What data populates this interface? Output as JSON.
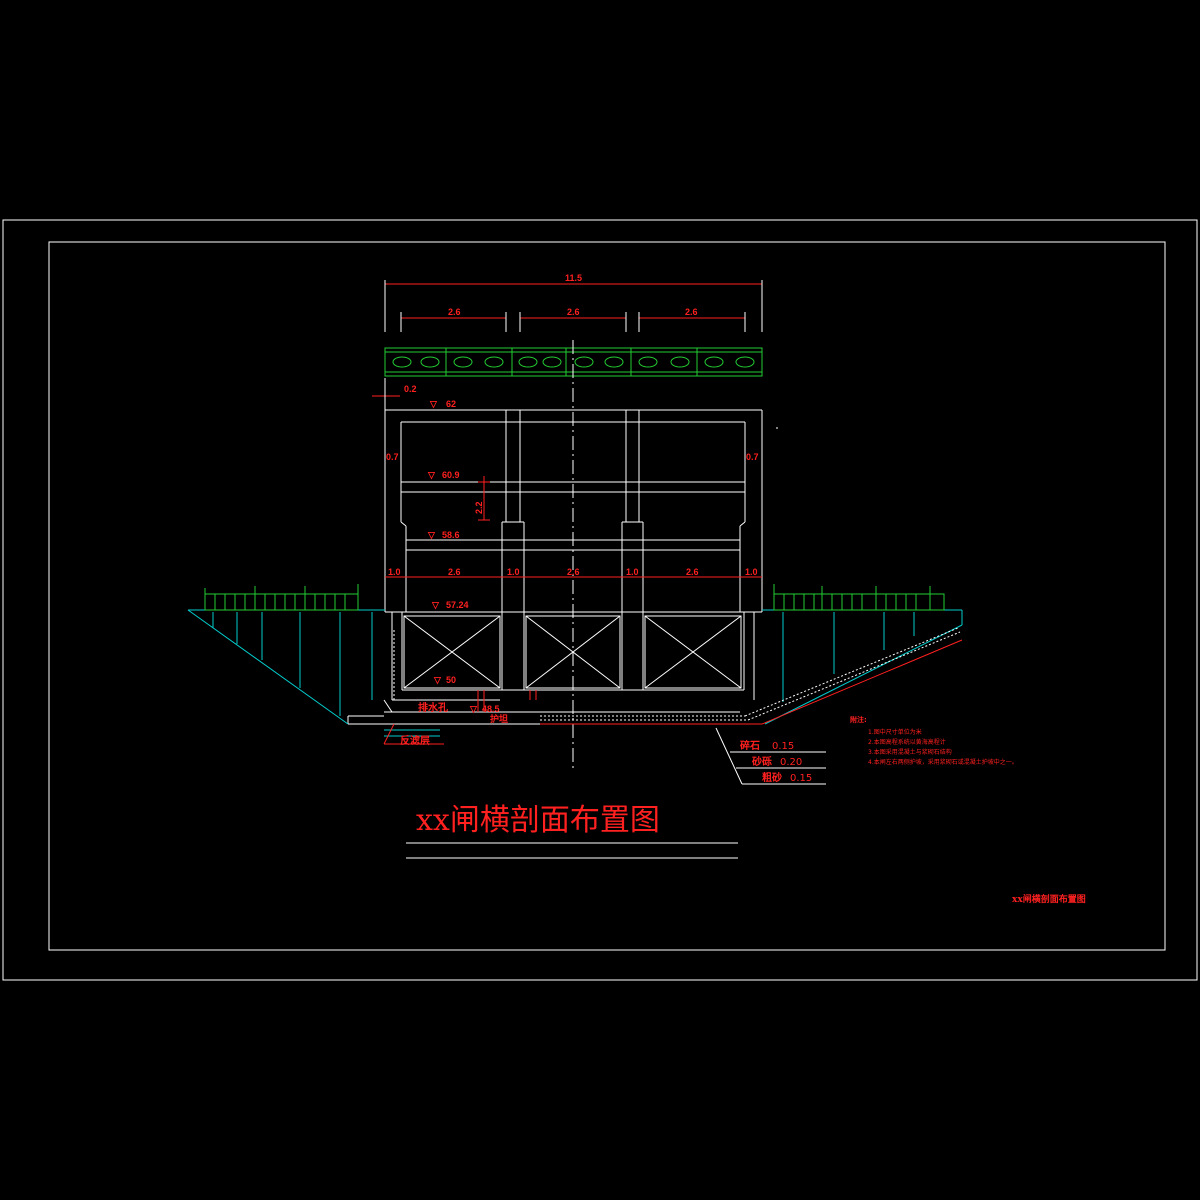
{
  "drawing": {
    "title": "xx闸横剖面布置图",
    "title_block_text": "xx闸横剖面布置图",
    "dimensions": {
      "overall_width": "11.5",
      "bay_widths": [
        "2.6",
        "2.6",
        "2.6"
      ],
      "parapet_offset": "0.2",
      "wall_thickness_left": "0.7",
      "wall_thickness_right": "0.7",
      "beam_gap": "2.2",
      "pier_widths": [
        "1.0",
        "1.0",
        "1.0",
        "1.0"
      ],
      "lower_bay_widths": [
        "2.6",
        "2.6",
        "2.6"
      ]
    },
    "elevations": {
      "deck": "62",
      "upper_beam": "60.9",
      "lower_beam": "58.6",
      "ground": "57.24",
      "sill": "50",
      "bottom": "48.5"
    },
    "labels": {
      "drain_hole": "排水孔",
      "cushion_layer": "反滤层",
      "apron": "护坦"
    },
    "materials": [
      {
        "name": "碎石",
        "thickness": "0.15"
      },
      {
        "name": "砂砾",
        "thickness": "0.20"
      },
      {
        "name": "粗砂",
        "thickness": "0.15"
      }
    ],
    "notes": {
      "heading": "附注:",
      "items": [
        "1.图中尺寸单位为米",
        "2.本图高程系统以黄海高程计",
        "3.本图采用混凝土与浆砌石结构",
        "4.本闸左右两侧护坡，采用浆砌石或混凝土护坡中之一。"
      ]
    }
  },
  "colors": {
    "background": "#000000",
    "frame": "#ffffff",
    "annotation": "#ff2020",
    "railing": "#22cc33",
    "bank": "#00cccc"
  }
}
